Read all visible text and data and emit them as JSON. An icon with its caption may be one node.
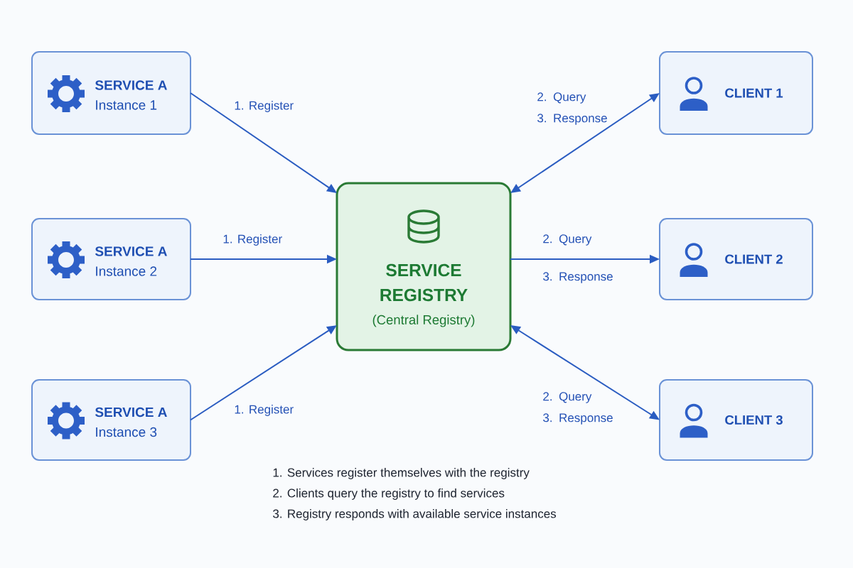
{
  "diagram": {
    "nodes": [
      {
        "text": [
          "SERVICE A",
          "Instance 1"
        ]
      },
      {
        "text": [
          "SERVICE A",
          "Instance 2"
        ]
      },
      {
        "text": [
          "SERVICE A",
          "Instance 3"
        ]
      },
      {
        "text": [
          "SERVICE REGISTRY",
          "(Central Registry)"
        ]
      },
      {
        "text": [
          "CLIENT 1"
        ]
      },
      {
        "text": [
          "CLIENT 2"
        ]
      },
      {
        "text": [
          "CLIENT 3"
        ]
      }
    ],
    "edges": [
      {
        "from": 0,
        "to": 3,
        "arrow": "to",
        "label": "1. Register"
      },
      {
        "from": 1,
        "to": 3,
        "arrow": "to",
        "label": "1. Register"
      },
      {
        "from": 2,
        "to": 3,
        "arrow": "to",
        "label": "1. Register"
      },
      {
        "from": 3,
        "to": 4,
        "arrow": "both",
        "label": "2. Query 3. Response"
      },
      {
        "from": 3,
        "to": 5,
        "arrow": "to",
        "label": "2. Query 3. Response"
      },
      {
        "from": 3,
        "to": 6,
        "arrow": "both",
        "label": "2. Query 3. Response"
      }
    ],
    "labels": [
      "1. Services register themselves with the registry",
      "2. Clients query the registry to find services",
      "3. Registry responds with available service instances"
    ]
  }
}
